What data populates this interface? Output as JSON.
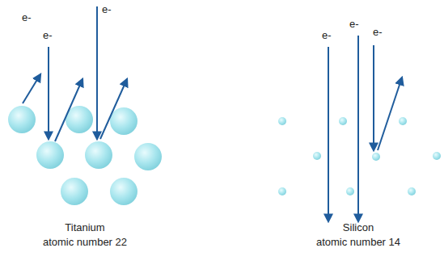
{
  "diagram": {
    "labels": [
      "e-",
      "e-",
      "e-",
      "Titanium",
      "atomic number 22",
      "e-",
      "e-",
      "e-",
      "Silicon",
      "atomic number 14"
    ]
  }
}
